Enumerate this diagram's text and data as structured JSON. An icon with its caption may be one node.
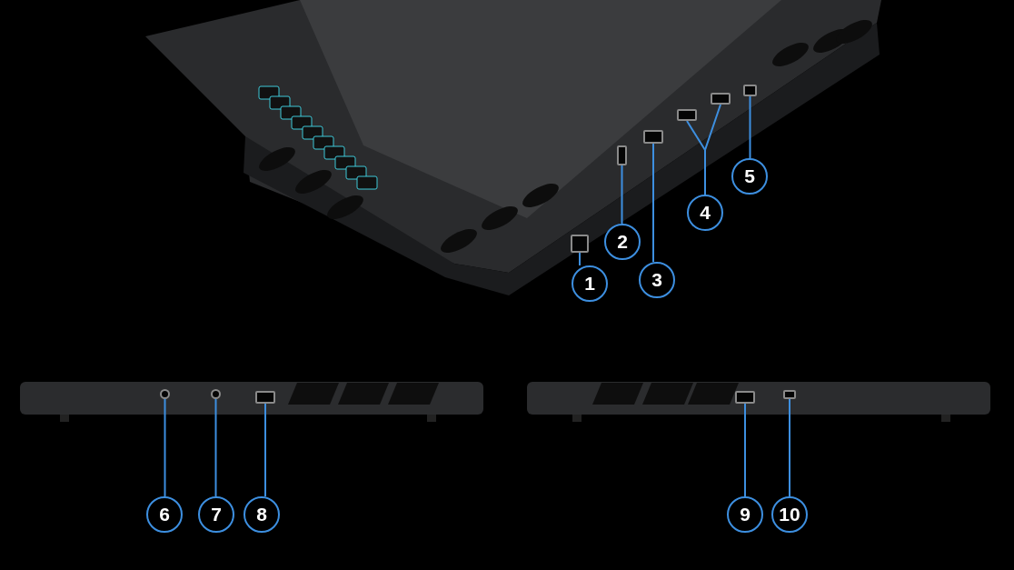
{
  "diagram": {
    "nodes": [
      {
        "text": [
          "1"
        ]
      },
      {
        "text": [
          "2"
        ]
      },
      {
        "text": [
          "3"
        ]
      },
      {
        "text": [
          "4"
        ]
      },
      {
        "text": [
          "5"
        ]
      },
      {
        "text": [
          "6"
        ]
      },
      {
        "text": [
          "7"
        ]
      },
      {
        "text": [
          "8"
        ]
      },
      {
        "text": [
          "9"
        ]
      },
      {
        "text": [
          "10"
        ]
      },
      {
        "text": [],
        "shape": "box"
      },
      {
        "text": [],
        "shape": "box"
      },
      {
        "text": [],
        "shape": "box"
      },
      {
        "text": [],
        "shape": "box"
      },
      {
        "text": [],
        "shape": "box"
      },
      {
        "text": [],
        "shape": "box"
      },
      {
        "text": [],
        "shape": "circle"
      },
      {
        "text": [],
        "shape": "circle"
      },
      {
        "text": [],
        "shape": "box"
      },
      {
        "text": [],
        "shape": "box"
      },
      {
        "text": [],
        "shape": "box"
      }
    ],
    "edges": [
      {
        "from": 0,
        "to": 10,
        "arrow": "none"
      },
      {
        "from": 1,
        "to": 11,
        "arrow": "none"
      },
      {
        "from": 2,
        "to": 12,
        "arrow": "none"
      },
      {
        "from": 3,
        "to": 13,
        "arrow": "none"
      },
      {
        "from": 3,
        "to": 14,
        "arrow": "none"
      },
      {
        "from": 4,
        "to": 15,
        "arrow": "none"
      },
      {
        "from": 5,
        "to": 16,
        "arrow": "none"
      },
      {
        "from": 6,
        "to": 17,
        "arrow": "none"
      },
      {
        "from": 7,
        "to": 18,
        "arrow": "none"
      },
      {
        "from": 8,
        "to": 19,
        "arrow": "none"
      },
      {
        "from": 9,
        "to": 20,
        "arrow": "none"
      }
    ]
  }
}
